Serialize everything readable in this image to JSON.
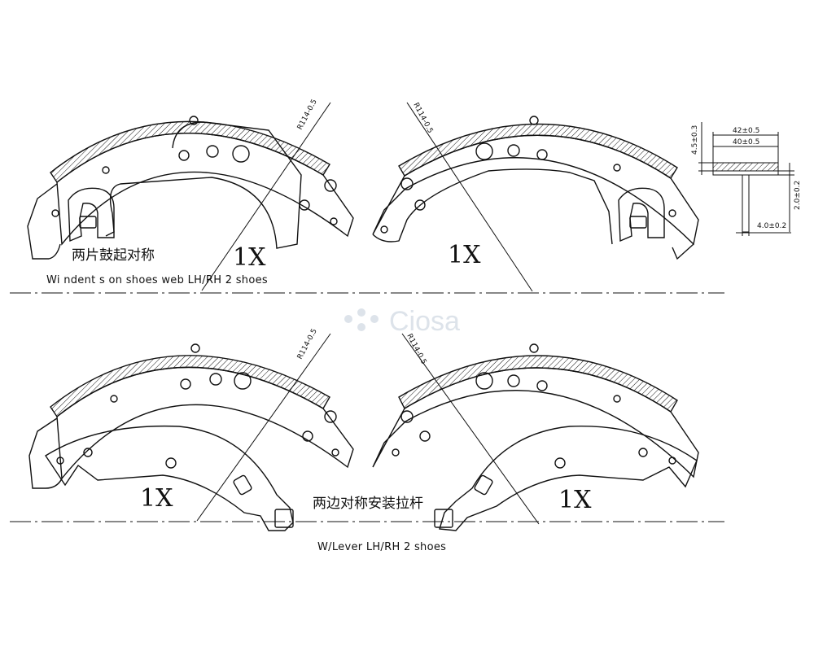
{
  "watermark": "Ciosa",
  "panels": [
    {
      "quantity": "1X",
      "radius_label": "R114-0.5"
    },
    {
      "quantity": "1X",
      "radius_label": "R114-0.5"
    },
    {
      "quantity": "1X",
      "radius_label": "R114-0.5"
    },
    {
      "quantity": "1X",
      "radius_label": "R114-0.5"
    }
  ],
  "top_row": {
    "note_cn": "两片鼓起对称",
    "caption": "Wi ndent s on shoes web LH/RH 2 shoes"
  },
  "bottom_row": {
    "note_cn": "两边对称安装拉杆",
    "caption": "W/Lever LH/RH 2 shoes"
  },
  "section_detail": {
    "dim_outer_width": "42±0.5",
    "dim_inner_width": "40±0.5",
    "dim_lining_thickness": "4.5±0.3",
    "dim_rim_thickness": "2.0±0.2",
    "dim_web_thickness": "4.0±0.2"
  }
}
